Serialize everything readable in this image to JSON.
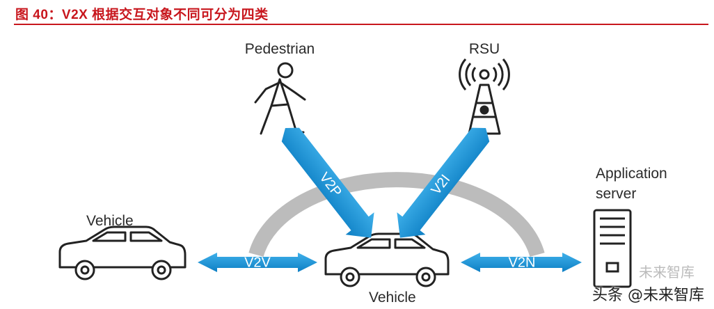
{
  "figure": {
    "title": "图 40：V2X 根据交互对象不同可分为四类"
  },
  "nodes": {
    "pedestrian": "Pedestrian",
    "rsu": "RSU",
    "server_line1": "Application",
    "server_line2": "server",
    "vehicle_left": "Vehicle",
    "vehicle_center": "Vehicle"
  },
  "links": {
    "v2p": "V2P",
    "v2i": "V2I",
    "v2v": "V2V",
    "v2n": "V2N"
  },
  "watermark": {
    "top": "未来智库",
    "bottom": "头条 @未来智库"
  },
  "colors": {
    "title": "#c8161d",
    "link_arrow": "#1a92d6",
    "arc": "#bcbcbc"
  }
}
